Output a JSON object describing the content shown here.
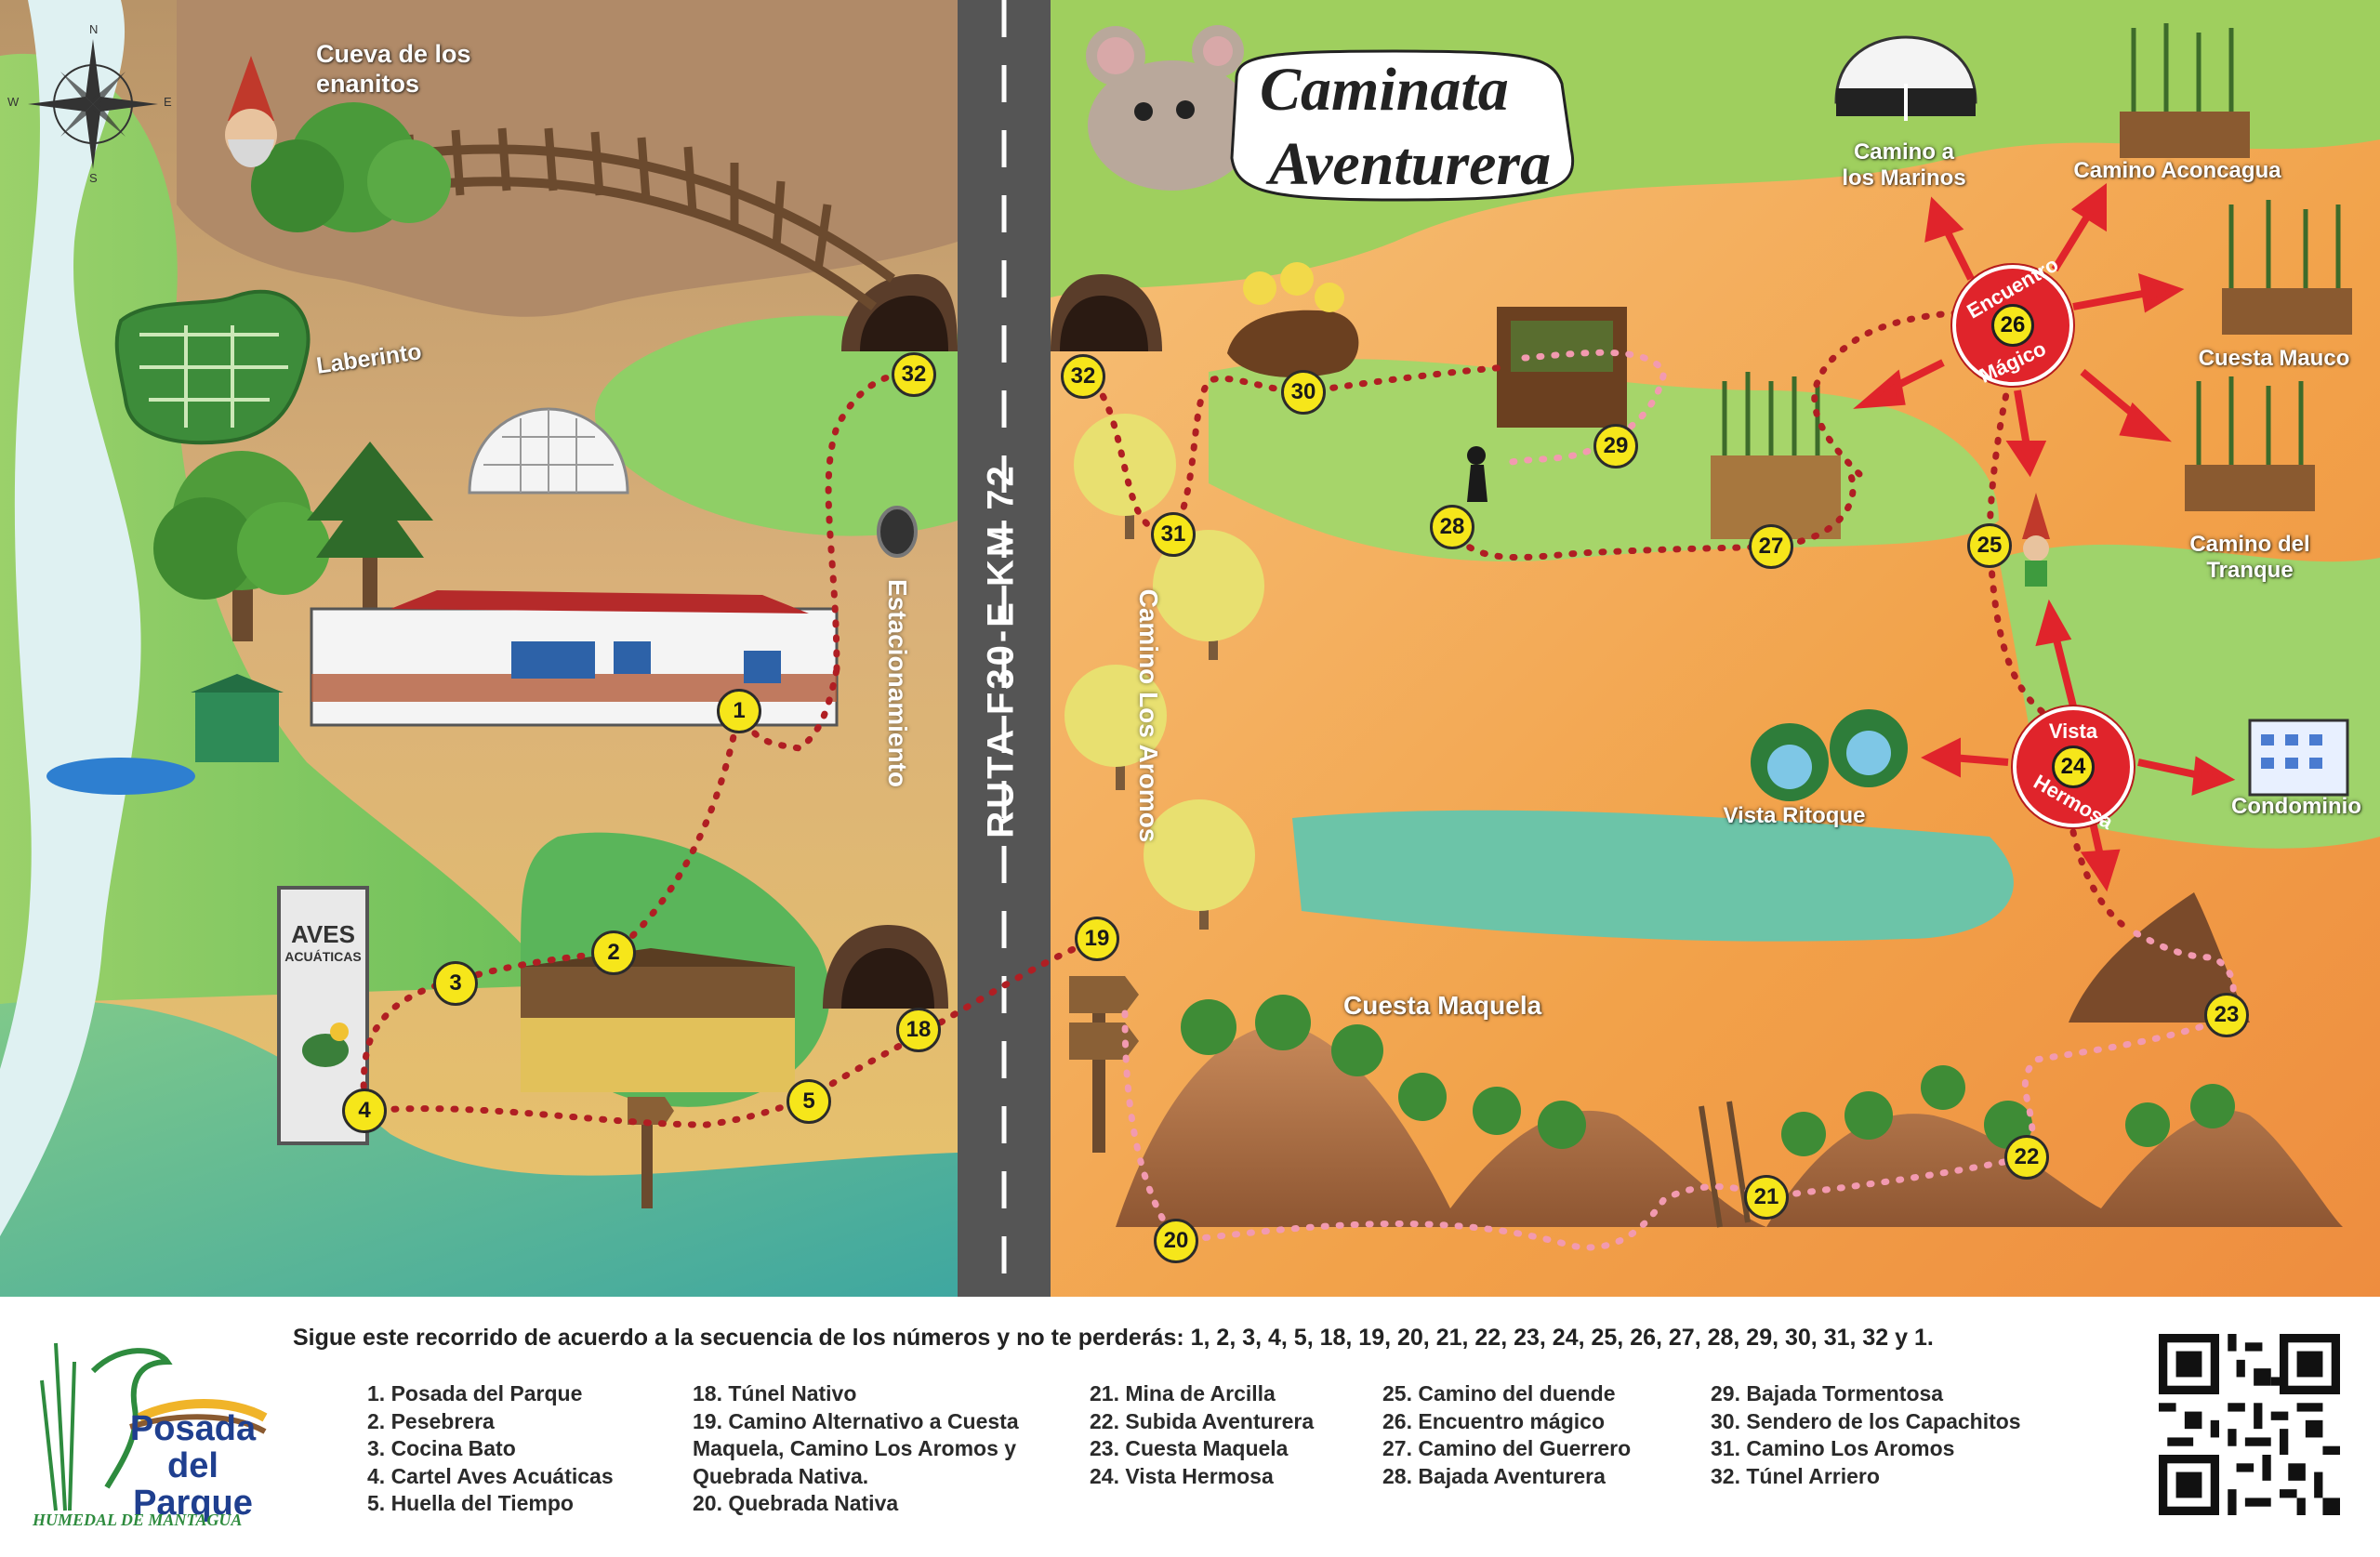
{
  "title": {
    "line1": "Caminata",
    "line2": "Aventurera"
  },
  "road_label": "RUTA F30-E KM 72",
  "compass": {
    "n": "N",
    "s": "S",
    "e": "E",
    "w": "W"
  },
  "labels": {
    "cueva": {
      "line1": "Cueva de los",
      "line2": "enanitos"
    },
    "laberinto": "Laberinto",
    "estacionamiento": "Estacionamiento",
    "camino_aromos": "Camino Los Aromos",
    "cuesta_maquela": "Cuesta Maquela",
    "camino_marinos": {
      "line1": "Camino a",
      "line2": "los Marinos"
    },
    "camino_aconcagua": "Camino Aconcagua",
    "cuesta_mauco": "Cuesta Mauco",
    "camino_tranque": {
      "line1": "Camino del",
      "line2": "Tranque"
    },
    "vista_ritoque": "Vista Ritoque",
    "condominio": "Condominio",
    "aves_sign": {
      "line1": "AVES",
      "line2": "ACUÁTICAS"
    }
  },
  "hubs": {
    "encuentro": {
      "number": "26",
      "line1": "Encuentro",
      "line2": "Mágico"
    },
    "vista": {
      "number": "24",
      "line1": "Vista",
      "line2": "Hermosa"
    }
  },
  "stops": [
    "1",
    "2",
    "3",
    "4",
    "5",
    "18",
    "19",
    "20",
    "21",
    "22",
    "23",
    "25",
    "27",
    "28",
    "29",
    "30",
    "31",
    "32",
    "32"
  ],
  "footer": {
    "instruction": "Sigue este recorrido de acuerdo a la secuencia de los números y no te perderás: 1, 2, 3, 4, 5, 18, 19, 20, 21, 22, 23, 24, 25, 26, 27, 28, 29, 30, 31, 32 y 1.",
    "logo": {
      "line1": "Posada",
      "line2": "del Parque",
      "tagline": "HUMEDAL DE MANTAGUA"
    },
    "col1": [
      "1. Posada del Parque",
      "2. Pesebrera",
      "3. Cocina Bato",
      "4. Cartel Aves Acuáticas",
      "5. Huella del Tiempo"
    ],
    "col2": [
      "18. Túnel Nativo",
      "19. Camino Alternativo a Cuesta",
      "Maquela, Camino Los Aromos y",
      "Quebrada Nativa.",
      "20. Quebrada Nativa"
    ],
    "col3": [
      "21. Mina de Arcilla",
      "22. Subida Aventurera",
      "23. Cuesta Maquela",
      "24. Vista Hermosa"
    ],
    "col4": [
      "25. Camino del duende",
      "26. Encuentro mágico",
      "27. Camino del Guerrero",
      "28. Bajada Aventurera"
    ],
    "col5": [
      "29. Bajada Tormentosa",
      "30. Sendero de los Capachitos",
      "31. Camino Los Aromos",
      "32. Túnel Arriero"
    ]
  },
  "colors": {
    "trail": "#b01e23",
    "trail_alt": "#f29ab0",
    "stop_fill": "#f6e61a",
    "hub": "#e0242b",
    "road": "#555555"
  }
}
